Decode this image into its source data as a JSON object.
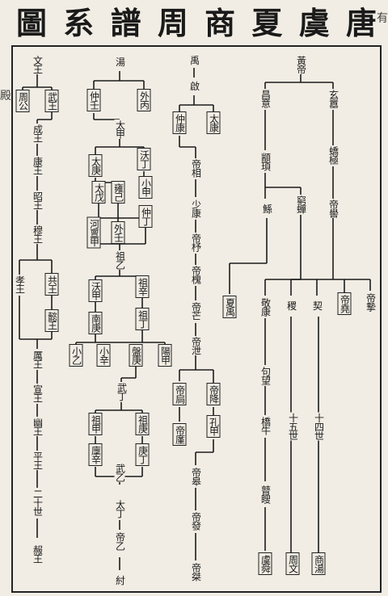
{
  "title_chars": [
    "圖",
    "系",
    "譜",
    "周",
    "商",
    "夏",
    "虞",
    "唐"
  ],
  "edge_left": "殿",
  "edge_right": "有",
  "columns": {
    "zhou": {
      "wenwang": "文王",
      "zhougong": "周公",
      "wuwang": "武王",
      "chengwang": "成王",
      "kangwang": "康王",
      "zhaowang": "昭王",
      "muwang": "穆王",
      "gongwang": "共王",
      "xiaowang": "孝王",
      "yiwang": "懿王",
      "liwang": "厲王",
      "xuanwang": "宣王",
      "youwang": "幽王",
      "pingwang": "平王",
      "ershishi": "二十世",
      "jiangwang": "赧王"
    },
    "shang": {
      "tang": "湯",
      "zhongren": "仲壬",
      "waibing": "外丙",
      "taijia": "太甲",
      "taigeng": "太庚",
      "woding": "沃丁",
      "xiaojia": "小甲",
      "taiwu": "太戊",
      "yongji": "雍己",
      "hedanjia": "河亶甲",
      "zhongding": "仲丁",
      "waiyi": "外壬",
      "zuyi": "祖乙",
      "wojia": "沃甲",
      "zuxin": "祖辛",
      "nangeng": "南庚",
      "zuding": "祖丁",
      "xiaoyi": "小乙",
      "xiaoxin": "小辛",
      "pangeng": "盤庚",
      "yangjia": "陽甲",
      "wuding": "武丁",
      "zujia": "祖甲",
      "zugeng": "祖庚",
      "lingxin": "廩辛",
      "gengding": "庚丁",
      "wuyi": "武乙",
      "taiding": "太丁",
      "diyi": "帝乙",
      "zhou": "紂"
    },
    "xia": {
      "yu": "禹",
      "qi": "啟",
      "zhongkang": "仲康",
      "taikang": "太康",
      "xiang": "帝相",
      "shaokang": "少康",
      "zhu": "帝杼",
      "huai": "帝槐",
      "mang": "帝芒",
      "xie": "帝泄",
      "jiong": "帝扃",
      "bujiang": "帝降",
      "jin": "帝廑",
      "kongjia": "孔甲",
      "gao": "帝皋",
      "fa": "帝發",
      "jie": "帝桀"
    },
    "tangyu": {
      "huangdi": "黃帝",
      "changyi": "昌意",
      "xuanxiao": "玄囂",
      "zhuanxu": "顓頊",
      "jiaoji": "蟜極",
      "gun": "鯀",
      "qiongchan": "窮蟬",
      "diku": "帝嚳",
      "yu": "夏禹",
      "jingkang": "敬康",
      "ji": "稷",
      "xie": "契",
      "yao": "帝堯",
      "zhi": "帝摯",
      "juwang": "句望",
      "qiaoniu": "橋牛",
      "gusou": "瞽瞍",
      "yushun": "虞舜",
      "shiwushi": "十五世",
      "shisishi": "十四世",
      "zhouwen": "周文",
      "shangtang": "商湯"
    }
  }
}
